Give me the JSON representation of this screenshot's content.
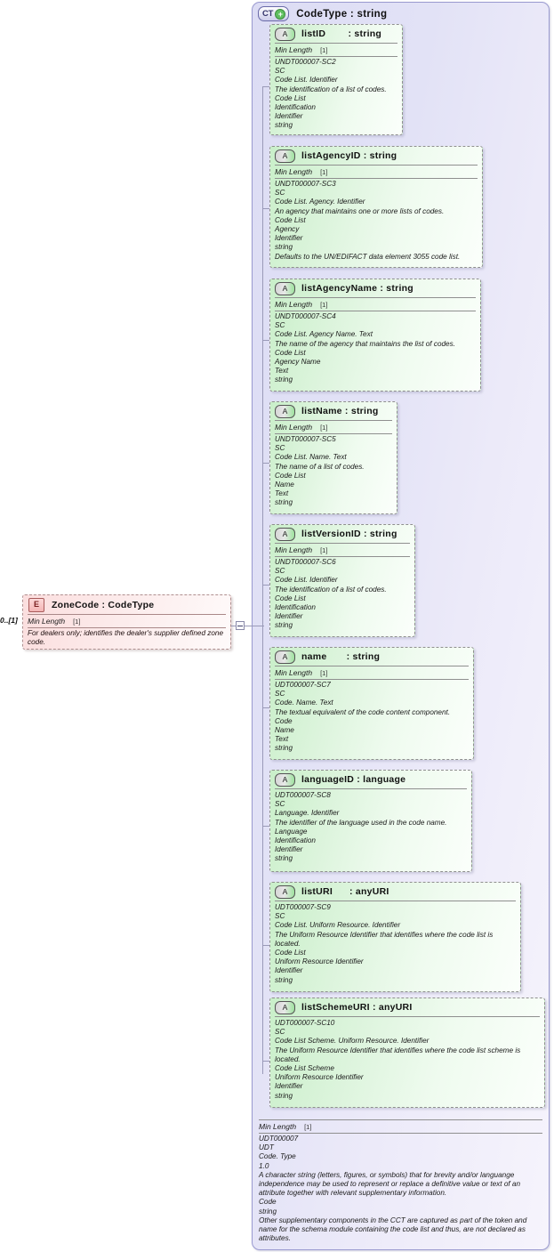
{
  "diagram": {
    "type": "xsd-schema-diagram",
    "background": "#ffffff"
  },
  "complex_type": {
    "badge": "CT",
    "badge_plus": "+",
    "title": "CodeType : string",
    "border_color": "#9a9ad0",
    "fill_color": "#e2e2f6"
  },
  "element": {
    "badge": "E",
    "title": "ZoneCode : CodeType",
    "cardinality": "0..[1]",
    "min_length_label": "Min Length",
    "min_length_value": "[1]",
    "documentation": "For dealers only; identifies the dealer's supplier defined zone code.",
    "fill_color": "#fce8e8",
    "border_color": "#b09090"
  },
  "common": {
    "attribute_badge": "A",
    "min_length_label": "Min Length",
    "min_length_value": "[1]",
    "attr_fill_color": "#dcf4dc",
    "attr_border_color": "#8f8f8f"
  },
  "attributes": [
    {
      "badge": "A",
      "title": "listID        : string",
      "has_min_length": true,
      "min_length_label": "Min Length",
      "min_length_value": "[1]",
      "lines": "UNDT000007-SC2\nSC\nCode List. Identifier\nThe identification of a list of codes.\nCode List\nIdentification\nIdentifier\nstring"
    },
    {
      "badge": "A",
      "title": "listAgencyID : string",
      "has_min_length": true,
      "min_length_label": "Min Length",
      "min_length_value": "[1]",
      "lines": "UNDT000007-SC3\nSC\nCode List. Agency. Identifier\nAn agency that maintains one or more lists of codes.\nCode List\nAgency\nIdentifier\nstring\nDefaults to the UN/EDIFACT data element 3055 code list."
    },
    {
      "badge": "A",
      "title": "listAgencyName : string",
      "has_min_length": true,
      "min_length_label": "Min Length",
      "min_length_value": "[1]",
      "lines": "UNDT000007-SC4\nSC\nCode List. Agency Name. Text\nThe name of the agency that maintains the list of codes.\nCode List\nAgency Name\nText\nstring"
    },
    {
      "badge": "A",
      "title": "listName : string",
      "has_min_length": true,
      "min_length_label": "Min Length",
      "min_length_value": "[1]",
      "lines": "UNDT000007-SC5\nSC\nCode List. Name. Text\nThe name of a list of codes.\nCode List\nName\nText\nstring"
    },
    {
      "badge": "A",
      "title": "listVersionID : string",
      "has_min_length": true,
      "min_length_label": "Min Length",
      "min_length_value": "[1]",
      "lines": "UNDT000007-SC6\nSC\nCode List. Identifier\nThe identification of a list of codes.\nCode List\nIdentification\nIdentifier\nstring"
    },
    {
      "badge": "A",
      "title": "name       : string",
      "has_min_length": true,
      "min_length_label": "Min Length",
      "min_length_value": "[1]",
      "lines": "UDT000007-SC7\nSC\nCode. Name. Text\nThe textual equivalent of the code content component.\nCode\nName\nText\nstring"
    },
    {
      "badge": "A",
      "title": "languageID : language",
      "has_min_length": false,
      "min_length_label": "",
      "min_length_value": "",
      "lines": "UDT000007-SC8\nSC\nLanguage. Identifier\nThe identifier of the language used in the code name.\nLanguage\nIdentification\nIdentifier\nstring"
    },
    {
      "badge": "A",
      "title": "listURI      : anyURI",
      "has_min_length": false,
      "min_length_label": "",
      "min_length_value": "",
      "lines": "UDT000007-SC9\nSC\nCode List. Uniform Resource. Identifier\nThe Uniform Resource Identifier that identifies where the code list is located.\nCode List\nUniform Resource Identifier\nIdentifier\nstring"
    },
    {
      "badge": "A",
      "title": "listSchemeURI : anyURI",
      "has_min_length": false,
      "min_length_label": "",
      "min_length_value": "",
      "lines": "UDT000007-SC10\nSC\nCode List Scheme. Uniform Resource. Identifier\nThe Uniform Resource Identifier that identifies where the code list scheme is located.\nCode List Scheme\nUniform Resource Identifier\nIdentifier\nstring"
    }
  ],
  "type_footer": {
    "min_length_label": "Min Length",
    "min_length_value": "[1]",
    "lines": "UDT000007\nUDT\nCode. Type\n1.0\nA character string (letters, figures, or symbols) that for brevity and/or languange independence may be used to represent or replace a definitive value or text of an attribute together with relevant supplementary information.\nCode\nstring\nOther supplementary components in the CCT are captured as part of the token and name for the schema module containing the code list and thus, are not declared as attributes."
  }
}
